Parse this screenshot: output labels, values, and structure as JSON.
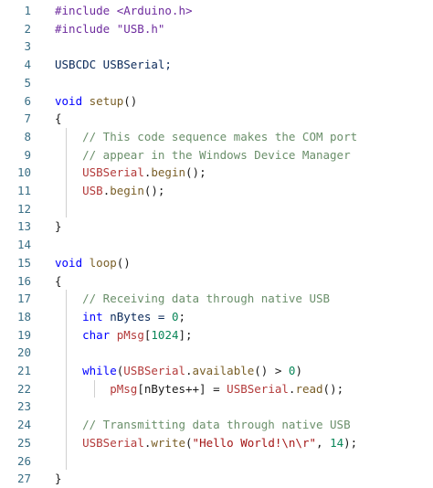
{
  "editor": {
    "language": "C++ (Arduino)",
    "line_numbers": [
      "1",
      "2",
      "3",
      "4",
      "5",
      "6",
      "7",
      "8",
      "9",
      "10",
      "11",
      "12",
      "13",
      "14",
      "15",
      "16",
      "17",
      "18",
      "19",
      "20",
      "21",
      "22",
      "23",
      "24",
      "25",
      "26",
      "27"
    ],
    "lines": [
      [
        {
          "t": "#include <Arduino.h>",
          "c": "pp"
        }
      ],
      [
        {
          "t": "#include \"USB.h\"",
          "c": "pp"
        }
      ],
      [],
      [
        {
          "t": "USBCDC USBSerial;",
          "c": "id"
        }
      ],
      [],
      [
        {
          "t": "void",
          "c": "kw"
        },
        {
          "t": " ",
          "c": "pl"
        },
        {
          "t": "setup",
          "c": "fn"
        },
        {
          "t": "()",
          "c": "pl"
        }
      ],
      [
        {
          "t": "{",
          "c": "pl"
        }
      ],
      [
        {
          "t": "    // This code sequence makes the COM port",
          "c": "cm"
        }
      ],
      [
        {
          "t": "    // appear in the Windows Device Manager",
          "c": "cm"
        }
      ],
      [
        {
          "t": "    ",
          "c": "pl"
        },
        {
          "t": "USBSerial",
          "c": "var"
        },
        {
          "t": ".",
          "c": "pl"
        },
        {
          "t": "begin",
          "c": "fn"
        },
        {
          "t": "();",
          "c": "pl"
        }
      ],
      [
        {
          "t": "    ",
          "c": "pl"
        },
        {
          "t": "USB",
          "c": "var"
        },
        {
          "t": ".",
          "c": "pl"
        },
        {
          "t": "begin",
          "c": "fn"
        },
        {
          "t": "();",
          "c": "pl"
        }
      ],
      [],
      [
        {
          "t": "}",
          "c": "pl"
        }
      ],
      [],
      [
        {
          "t": "void",
          "c": "kw"
        },
        {
          "t": " ",
          "c": "pl"
        },
        {
          "t": "loop",
          "c": "fn"
        },
        {
          "t": "()",
          "c": "pl"
        }
      ],
      [
        {
          "t": "{",
          "c": "pl"
        }
      ],
      [
        {
          "t": "    // Receiving data through native USB",
          "c": "cm"
        }
      ],
      [
        {
          "t": "    ",
          "c": "pl"
        },
        {
          "t": "int",
          "c": "kw"
        },
        {
          "t": " nBytes = ",
          "c": "id"
        },
        {
          "t": "0",
          "c": "num"
        },
        {
          "t": ";",
          "c": "pl"
        }
      ],
      [
        {
          "t": "    ",
          "c": "pl"
        },
        {
          "t": "char",
          "c": "kw"
        },
        {
          "t": " ",
          "c": "pl"
        },
        {
          "t": "pMsg",
          "c": "var"
        },
        {
          "t": "[",
          "c": "pl"
        },
        {
          "t": "1024",
          "c": "num"
        },
        {
          "t": "];",
          "c": "pl"
        }
      ],
      [],
      [
        {
          "t": "    ",
          "c": "pl"
        },
        {
          "t": "while",
          "c": "kw"
        },
        {
          "t": "(",
          "c": "pl"
        },
        {
          "t": "USBSerial",
          "c": "var"
        },
        {
          "t": ".",
          "c": "pl"
        },
        {
          "t": "available",
          "c": "fn"
        },
        {
          "t": "() > ",
          "c": "pl"
        },
        {
          "t": "0",
          "c": "num"
        },
        {
          "t": ")",
          "c": "pl"
        }
      ],
      [
        {
          "t": "        ",
          "c": "pl"
        },
        {
          "t": "pMsg",
          "c": "var"
        },
        {
          "t": "[nBytes++] = ",
          "c": "pl"
        },
        {
          "t": "USBSerial",
          "c": "var"
        },
        {
          "t": ".",
          "c": "pl"
        },
        {
          "t": "read",
          "c": "fn"
        },
        {
          "t": "();",
          "c": "pl"
        }
      ],
      [],
      [
        {
          "t": "    // Transmitting data through native USB",
          "c": "cm"
        }
      ],
      [
        {
          "t": "    ",
          "c": "pl"
        },
        {
          "t": "USBSerial",
          "c": "var"
        },
        {
          "t": ".",
          "c": "pl"
        },
        {
          "t": "write",
          "c": "fn"
        },
        {
          "t": "(",
          "c": "pl"
        },
        {
          "t": "\"Hello World!\\n\\r\"",
          "c": "str"
        },
        {
          "t": ", ",
          "c": "pl"
        },
        {
          "t": "14",
          "c": "num"
        },
        {
          "t": ");",
          "c": "pl"
        }
      ],
      [],
      [
        {
          "t": "}",
          "c": "pl"
        }
      ]
    ]
  }
}
